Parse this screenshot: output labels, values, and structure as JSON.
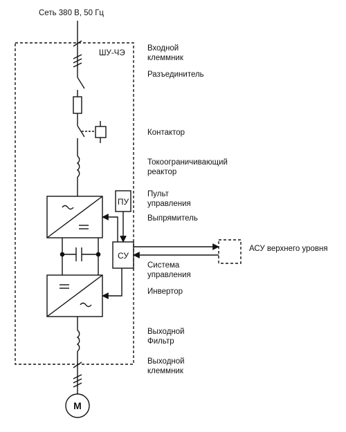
{
  "supply": {
    "label": "Сеть 380 В, 50 Гц"
  },
  "cabinet": {
    "label": "ШУ-ЧЭ"
  },
  "components": {
    "input_terminal": {
      "line1": "Входной",
      "line2": "клеммник"
    },
    "disconnector": {
      "label": "Разъединитель"
    },
    "contactor": {
      "label": "Контактор"
    },
    "reactor": {
      "line1": "Токоограничивающий",
      "line2": "реактор"
    },
    "control_panel": {
      "line1": "Пульт",
      "line2": "управления",
      "abbr": "ПУ"
    },
    "rectifier": {
      "label": "Выпрямитель"
    },
    "control_system": {
      "line1": "Система",
      "line2": "управления",
      "abbr": "СУ"
    },
    "inverter": {
      "label": "Инвертор"
    },
    "output_filter": {
      "line1": "Выходной",
      "line2": "Фильтр"
    },
    "output_terminal": {
      "line1": "Выходной",
      "line2": "клеммник"
    },
    "motor": {
      "abbr": "М"
    }
  },
  "external": {
    "asu_label": "АСУ верхнего уровня"
  }
}
